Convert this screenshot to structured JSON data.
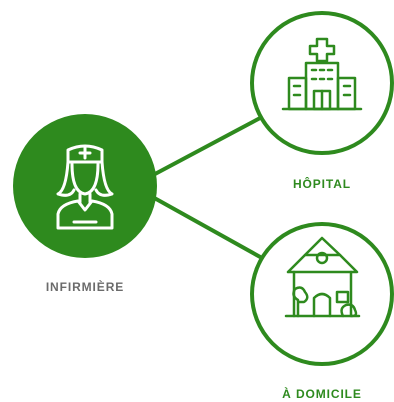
{
  "colors": {
    "primary_green": "#2e8a1e",
    "label_gray": "#6b6b6b",
    "label_green": "#2e8a1e",
    "background": "#ffffff"
  },
  "nodes": {
    "nurse": {
      "label": "INFIRMIÈRE",
      "icon": "nurse-icon"
    },
    "hospital": {
      "label": "HÔPITAL",
      "icon": "hospital-icon"
    },
    "home": {
      "label": "À DOMICILE",
      "icon": "house-icon"
    }
  }
}
